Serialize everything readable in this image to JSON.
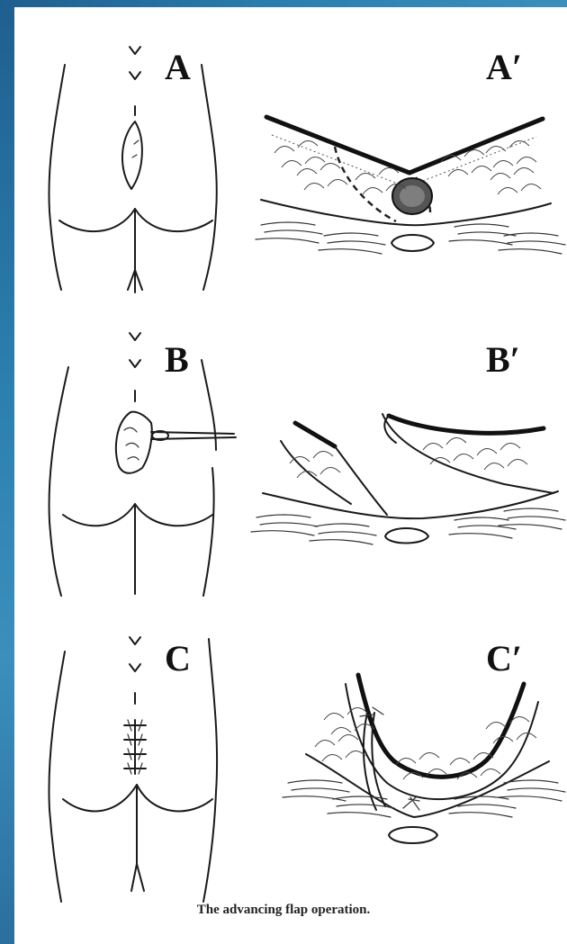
{
  "panels": {
    "a": "A",
    "a_prime": "A′",
    "b": "B",
    "b_prime": "B′",
    "c": "C",
    "c_prime": "C′"
  },
  "caption": "The advancing flap operation.",
  "colors": {
    "edge_bar": "#2a7fae",
    "ink": "#1a1a1a",
    "paper": "#ffffff"
  }
}
